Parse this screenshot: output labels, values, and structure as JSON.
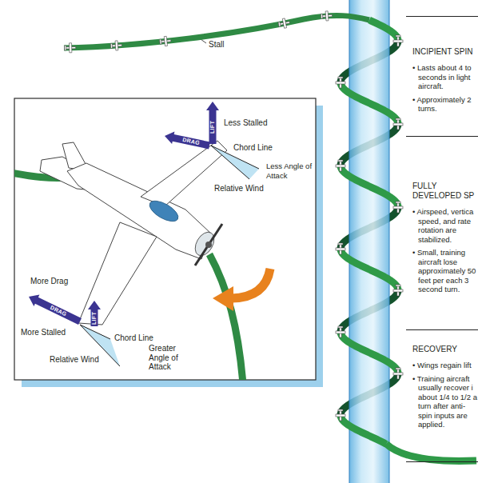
{
  "diagram": {
    "nodes": [
      {
        "text": [
          "INCIPIENT SPIN",
          "• Lasts about 4 to seconds in light aircraft.",
          "• Approximately 2 turns."
        ]
      },
      {
        "text": [
          "FULLY DEVELOPED SP",
          "• Airspeed, vertica speed, and rate rotation are stabilized.",
          "• Small, training aircraft lose approximately 50 feet per each 3 second turn."
        ]
      },
      {
        "text": [
          "RECOVERY",
          "• Wings regain lift",
          "• Training aircraft usually recover i about 1/4 to 1/2 a turn after anti- spin inputs are applied."
        ]
      }
    ],
    "labels": [
      "Stall",
      "Less Stalled",
      "LIFT",
      "DRAG",
      "Chord Line",
      "Less Angle of Attack",
      "Relative Wind",
      "More Drag",
      "DRAG",
      "LIFT",
      "More Stalled",
      "Chord Line",
      "Relative Wind",
      "Greater Angle of Attack"
    ]
  }
}
